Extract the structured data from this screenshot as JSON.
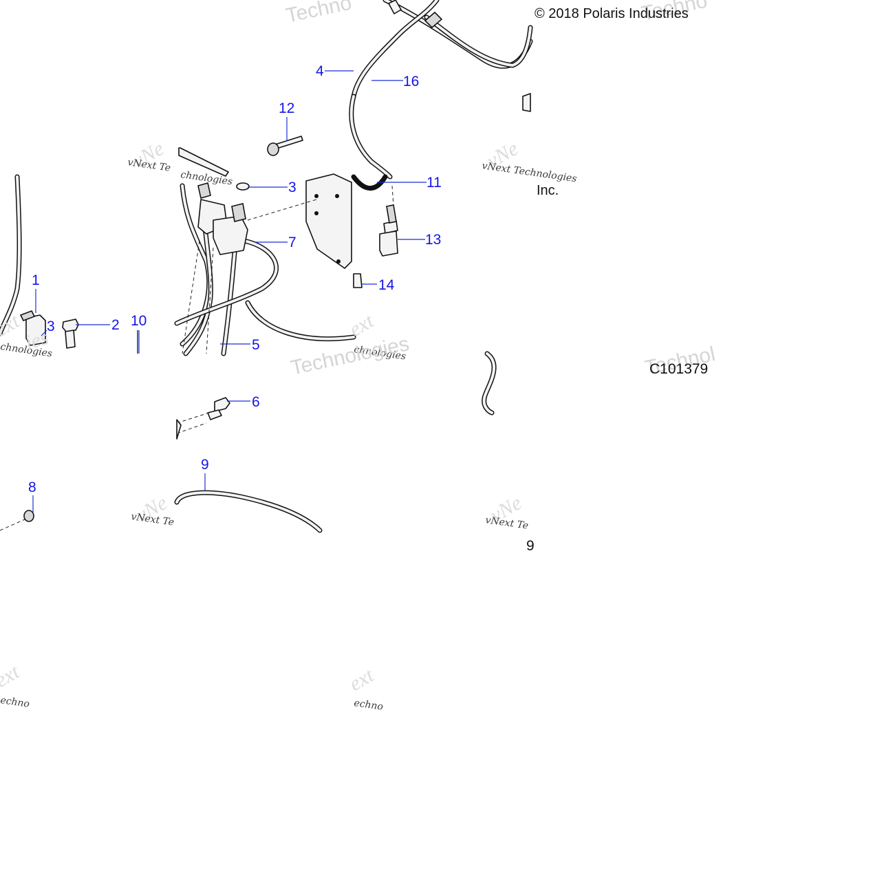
{
  "copyright": "© 2018 Polaris Industries",
  "company_suffix": "Inc.",
  "figure_code": "C101379",
  "watermarks": {
    "technologies": "Technologies",
    "vnext": "vNext Technologies",
    "vnext_short": "vNext Te",
    "fragment_ext": "ext",
    "fragment_ies": "ies",
    "fragment_chnologies": "chnologies",
    "fragment_techno": "Techno",
    "fragment_vne": "vNe",
    "fragment_technol": "Technol",
    "fragment_echno": "echno",
    "fragment_digit": "9"
  },
  "callouts": [
    {
      "id": "c1",
      "label": "1"
    },
    {
      "id": "c2",
      "label": "2"
    },
    {
      "id": "c3a",
      "label": "3"
    },
    {
      "id": "c3b",
      "label": "3"
    },
    {
      "id": "c4",
      "label": "4"
    },
    {
      "id": "c5",
      "label": "5"
    },
    {
      "id": "c6",
      "label": "6"
    },
    {
      "id": "c7",
      "label": "7"
    },
    {
      "id": "c8",
      "label": "8"
    },
    {
      "id": "c9",
      "label": "9"
    },
    {
      "id": "c10",
      "label": "10"
    },
    {
      "id": "c11",
      "label": "11"
    },
    {
      "id": "c12",
      "label": "12"
    },
    {
      "id": "c13",
      "label": "13"
    },
    {
      "id": "c14",
      "label": "14"
    },
    {
      "id": "c16",
      "label": "16"
    }
  ],
  "colors": {
    "callout": "#1414e6",
    "leader": "#1a2fd6",
    "line_art": "#111111",
    "watermark": "#dcdcdc",
    "background": "#ffffff"
  }
}
